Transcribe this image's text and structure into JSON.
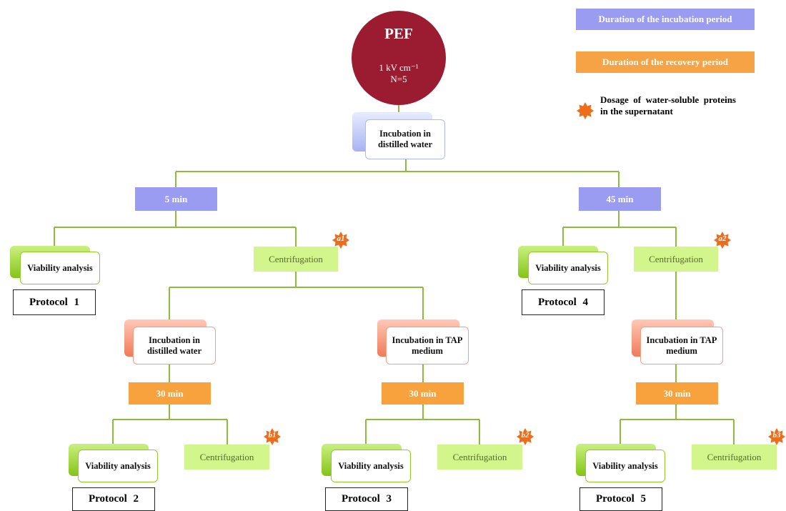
{
  "pef": {
    "title": "PEF",
    "field": "1 kV cm⁻¹",
    "pulses": "N=5"
  },
  "legend": {
    "incubation_period": "Duration of the incubation period",
    "recovery_period": "Duration of the recovery period",
    "dosage": "Dosage of water-soluble proteins in the supernatant"
  },
  "top_incubation": "Incubation in distilled water",
  "durations": {
    "d5": "5 min",
    "d45": "45 min",
    "d30a": "30 min",
    "d30b": "30 min",
    "d30c": "30 min"
  },
  "incubations": {
    "left": "Incubation in distilled water",
    "mid": "Incubation in TAP medium",
    "right": "Incubation in TAP medium"
  },
  "viability": {
    "p1": "Viability analysis",
    "p4": "Viability analysis",
    "p2": "Viability analysis",
    "p3": "Viability analysis",
    "p5": "Viability analysis"
  },
  "centrifugation": {
    "a1": "Centrifugation",
    "a2": "Centrifugation",
    "b1": "Centrifugation",
    "b2": "Centrifugation",
    "b3": "Centrifugation"
  },
  "badges": {
    "a1": "a1",
    "a2": "a2",
    "b1": "b1",
    "b2": "b2",
    "b3": "b3"
  },
  "protocols": {
    "p1": "Protocol 1",
    "p2": "Protocol 2",
    "p3": "Protocol 3",
    "p4": "Protocol 4",
    "p5": "Protocol 5"
  },
  "colors": {
    "pef": "#9b1b30",
    "incubation_period": "#9a9cf2",
    "recovery_period": "#f7a23c",
    "centrifugation": "#d2f58c",
    "connector": "#8dbb3e",
    "badge": "#ee6d1d"
  }
}
